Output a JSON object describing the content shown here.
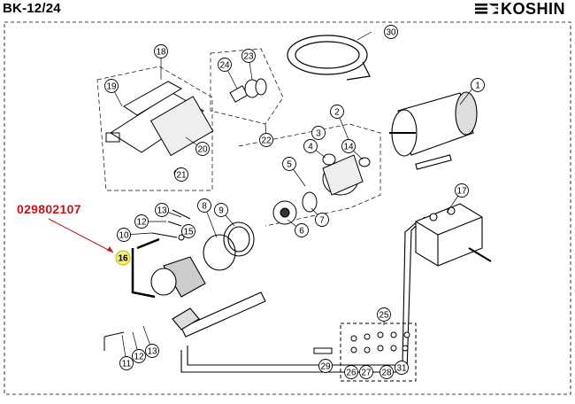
{
  "title": "BK-12/24",
  "brand": {
    "name": "KOSHIN",
    "logo_icon": "stripes-logo-icon"
  },
  "highlight": {
    "part_number": "029802107",
    "callout": "16",
    "color": "#c0151b",
    "badge_color": "#f4ee7c"
  },
  "callouts": [
    "1",
    "2",
    "3",
    "4",
    "5",
    "6",
    "7",
    "8",
    "9",
    "10",
    "11",
    "12",
    "13",
    "14",
    "15",
    "16",
    "17",
    "18",
    "19",
    "20",
    "21",
    "22",
    "23",
    "24",
    "25",
    "26",
    "27",
    "28",
    "29",
    "30",
    "31",
    "11",
    "12",
    "13"
  ]
}
